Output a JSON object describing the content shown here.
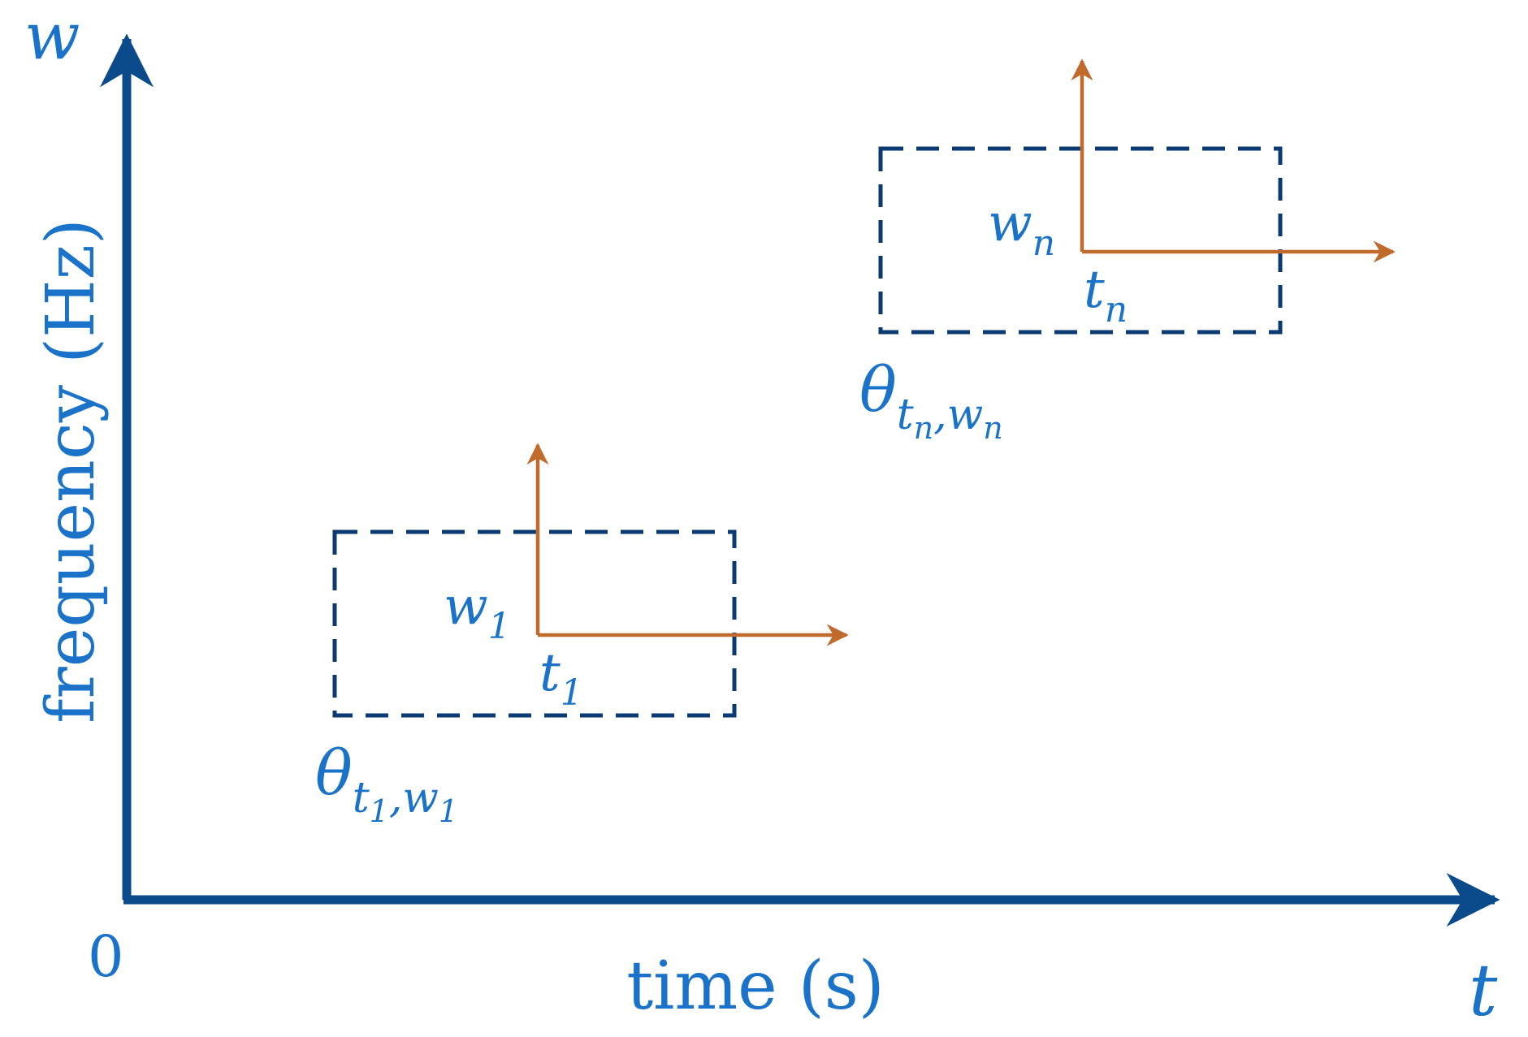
{
  "axes": {
    "origin_label": "0",
    "x_axis_letter": "t",
    "y_axis_letter": "w",
    "x_axis_title": "time (s)",
    "y_axis_title": "frequency (Hz)"
  },
  "colors": {
    "axis": "#0b4a8b",
    "text": "#1a73c9",
    "box": "#0b3a73",
    "arrow": "#c06a2b",
    "background": "#ffffff"
  },
  "atoms": [
    {
      "w_base": "w",
      "w_sub": "1",
      "t_base": "t",
      "t_sub": "1",
      "theta": "θ",
      "theta_sub_t": "t",
      "theta_sub_t_sub": "1",
      "theta_sub_sep": ",",
      "theta_sub_w": "w",
      "theta_sub_w_sub": "1"
    },
    {
      "w_base": "w",
      "w_sub": "n",
      "t_base": "t",
      "t_sub": "n",
      "theta": "θ",
      "theta_sub_t": "t",
      "theta_sub_t_sub": "n",
      "theta_sub_sep": ",",
      "theta_sub_w": "w",
      "theta_sub_w_sub": "n"
    }
  ]
}
